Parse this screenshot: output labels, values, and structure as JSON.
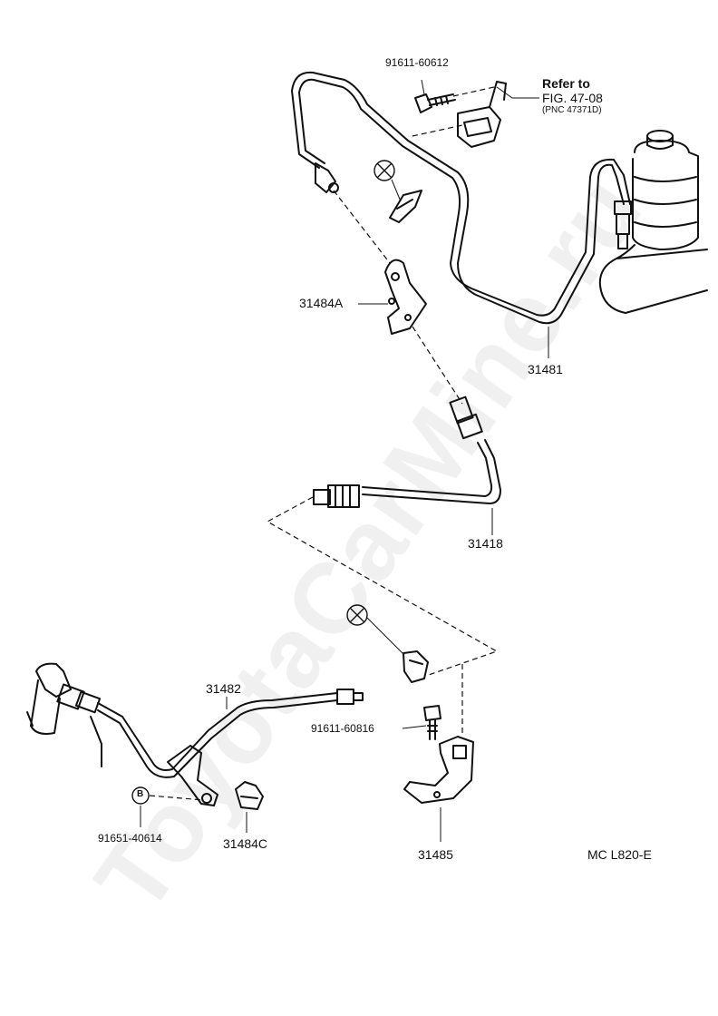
{
  "diagram": {
    "parts": {
      "bolt_top": "91611-60612",
      "refer_line1": "Refer to",
      "refer_line2": "FIG. 47-08",
      "refer_line3": "(PNC 47371D)",
      "bracket_a": "31484A",
      "tube_upper": "31481",
      "hose": "31418",
      "tube_lower": "31482",
      "bolt_lower": "91611-60816",
      "bolt_left": "91651-40614",
      "clip_c": "31484C",
      "bracket_lower": "31485",
      "code": "MC L820-E",
      "marker_b": "B"
    },
    "watermark": "ToyotaCarMine.ru"
  }
}
